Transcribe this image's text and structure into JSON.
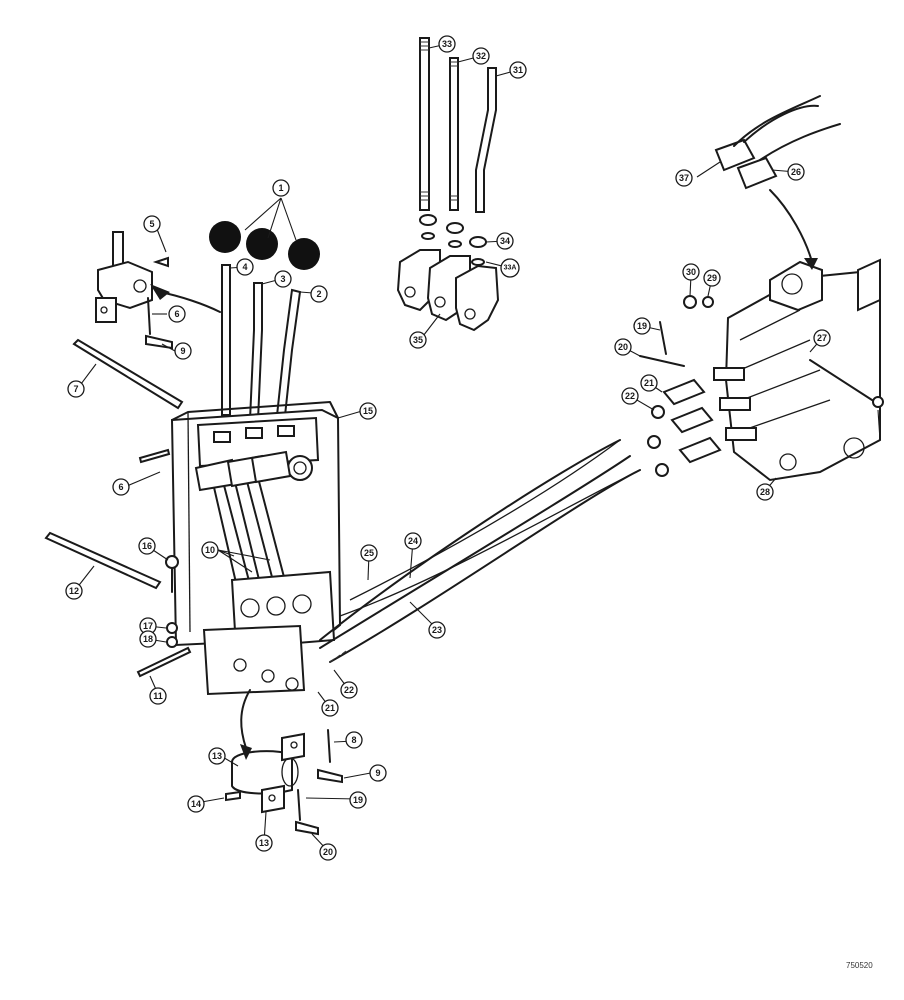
{
  "figure": {
    "reference_code": "750520"
  },
  "callouts": [
    {
      "id": "c1",
      "label": "1"
    },
    {
      "id": "c2",
      "label": "2"
    },
    {
      "id": "c3",
      "label": "3"
    },
    {
      "id": "c4",
      "label": "4"
    },
    {
      "id": "c5",
      "label": "5"
    },
    {
      "id": "c6a",
      "label": "6"
    },
    {
      "id": "c6b",
      "label": "6"
    },
    {
      "id": "c7",
      "label": "7"
    },
    {
      "id": "c8a",
      "label": "8"
    },
    {
      "id": "c8b",
      "label": "8"
    },
    {
      "id": "c9a",
      "label": "9"
    },
    {
      "id": "c9b",
      "label": "9"
    },
    {
      "id": "c10",
      "label": "10"
    },
    {
      "id": "c11",
      "label": "11"
    },
    {
      "id": "c12",
      "label": "12"
    },
    {
      "id": "c13a",
      "label": "13"
    },
    {
      "id": "c13b",
      "label": "13"
    },
    {
      "id": "c14",
      "label": "14"
    },
    {
      "id": "c15",
      "label": "15"
    },
    {
      "id": "c16",
      "label": "16"
    },
    {
      "id": "c17",
      "label": "17"
    },
    {
      "id": "c18",
      "label": "18"
    },
    {
      "id": "c19a",
      "label": "19"
    },
    {
      "id": "c19b",
      "label": "19"
    },
    {
      "id": "c20a",
      "label": "20"
    },
    {
      "id": "c20b",
      "label": "20"
    },
    {
      "id": "c21a",
      "label": "21"
    },
    {
      "id": "c21b",
      "label": "21"
    },
    {
      "id": "c22a",
      "label": "22"
    },
    {
      "id": "c22b",
      "label": "22"
    },
    {
      "id": "c23",
      "label": "23"
    },
    {
      "id": "c24",
      "label": "24"
    },
    {
      "id": "c25",
      "label": "25"
    },
    {
      "id": "c26",
      "label": "26"
    },
    {
      "id": "c27",
      "label": "27"
    },
    {
      "id": "c28",
      "label": "28"
    },
    {
      "id": "c29",
      "label": "29"
    },
    {
      "id": "c30",
      "label": "30"
    },
    {
      "id": "c31",
      "label": "31"
    },
    {
      "id": "c32",
      "label": "32"
    },
    {
      "id": "c33",
      "label": "33"
    },
    {
      "id": "c33a",
      "label": "33A"
    },
    {
      "id": "c34",
      "label": "34"
    },
    {
      "id": "c35",
      "label": "35"
    },
    {
      "id": "c37",
      "label": "37"
    }
  ]
}
